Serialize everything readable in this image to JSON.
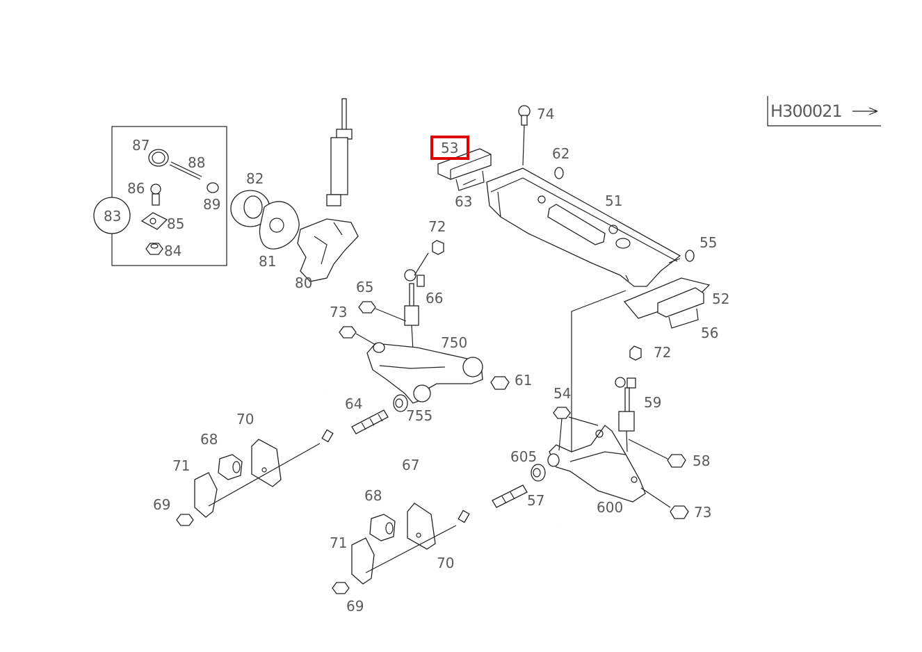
{
  "diagram": {
    "reference": "H300021",
    "highlighted_part": "53",
    "labels": {
      "p87": "87",
      "p88": "88",
      "p86": "86",
      "p89": "89",
      "p83": "83",
      "p85": "85",
      "p84": "84",
      "p82": "82",
      "p81": "81",
      "p80": "80",
      "p53": "53",
      "p63": "63",
      "p74": "74",
      "p62": "62",
      "p51": "51",
      "p55": "55",
      "p52": "52",
      "p56": "56",
      "p72a": "72",
      "p65": "65",
      "p66": "66",
      "p73a": "73",
      "p750": "750",
      "p61": "61",
      "p64": "64",
      "p755": "755",
      "p70a": "70",
      "p68a": "68",
      "p71a": "71",
      "p69a": "69",
      "p67": "67",
      "p72b": "72",
      "p59": "59",
      "p54": "54",
      "p58": "58",
      "p605": "605",
      "p57": "57",
      "p600": "600",
      "p73b": "73",
      "p68b": "68",
      "p71b": "71",
      "p70b": "70",
      "p69b": "69"
    }
  }
}
